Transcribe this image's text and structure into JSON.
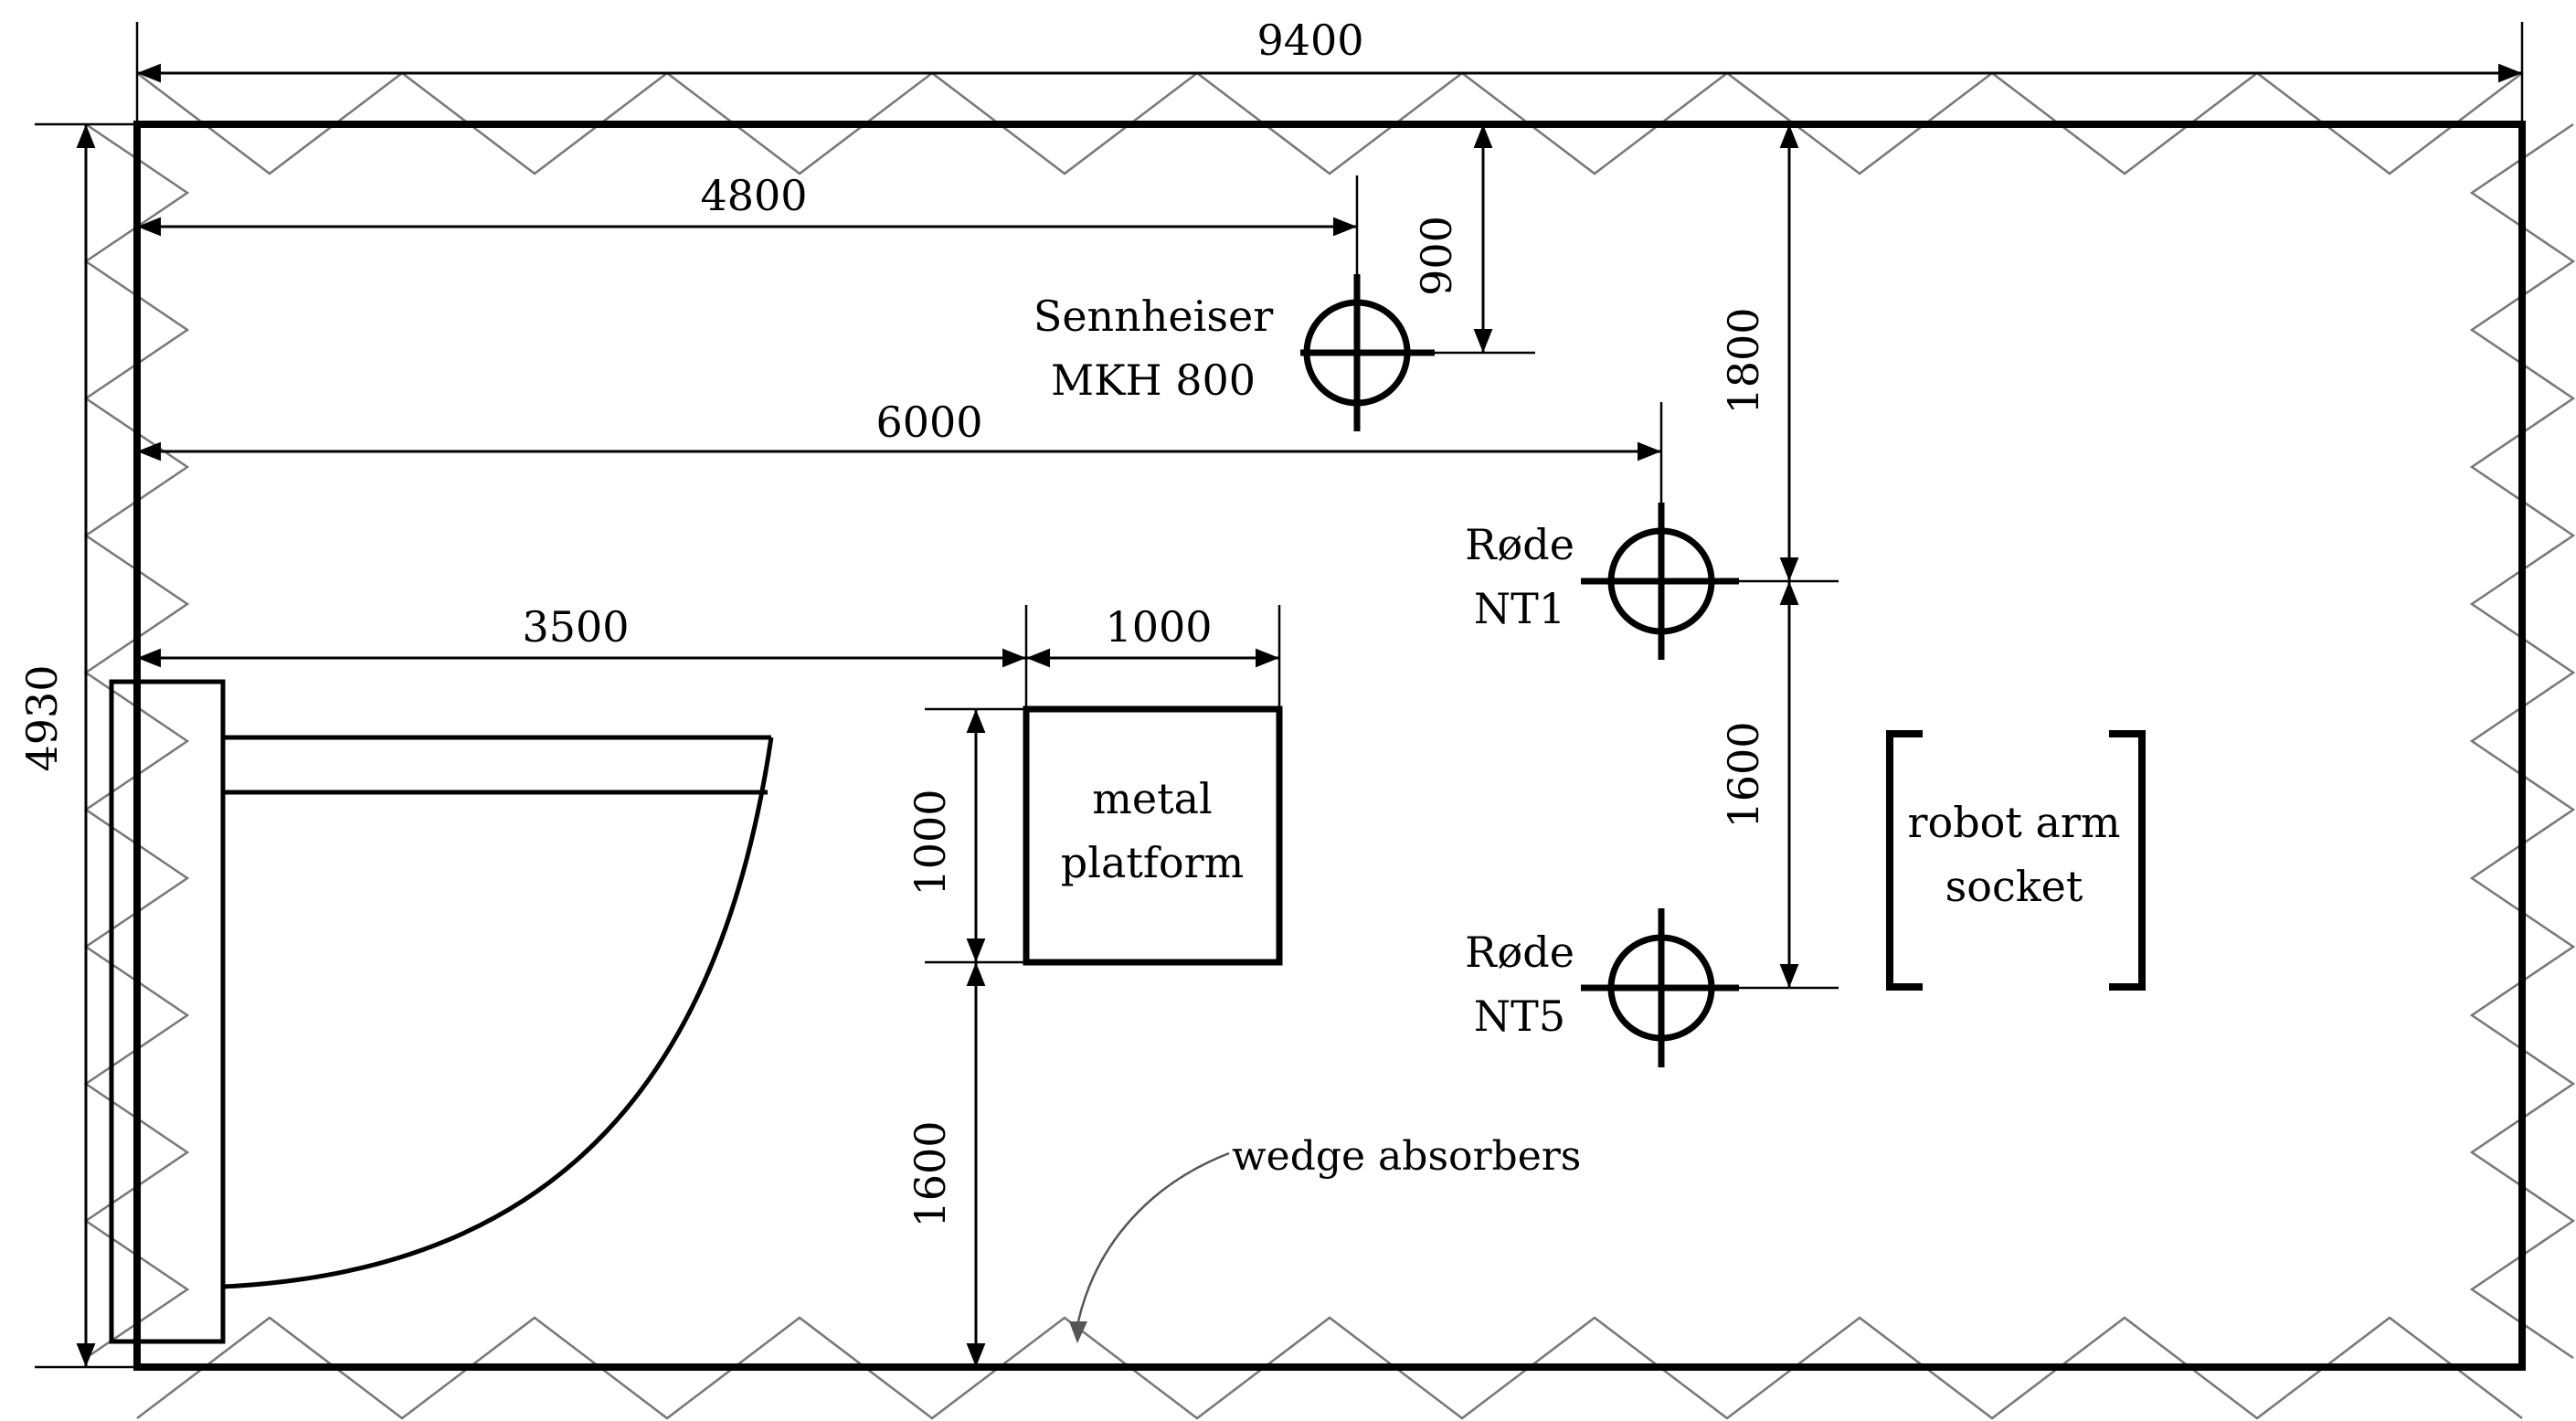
{
  "dimensions": {
    "room_width": "9400",
    "room_depth": "4930",
    "mkh_from_left": "4800",
    "mkh_from_top": "900",
    "nt1_from_left": "6000",
    "nt1_from_top": "1800",
    "nt1_to_nt5": "1600",
    "platform_from_left": "3500",
    "platform_width": "1000",
    "platform_depth": "1000",
    "platform_to_bottom": "1600"
  },
  "labels": {
    "mkh_line1": "Sennheiser",
    "mkh_line2": "MKH 800",
    "nt1_line1": "Røde",
    "nt1_line2": "NT1",
    "nt5_line1": "Røde",
    "nt5_line2": "NT5",
    "platform_line1": "metal",
    "platform_line2": "platform",
    "robot_line1": "robot arm",
    "robot_line2": "socket",
    "absorbers": "wedge absorbers"
  }
}
